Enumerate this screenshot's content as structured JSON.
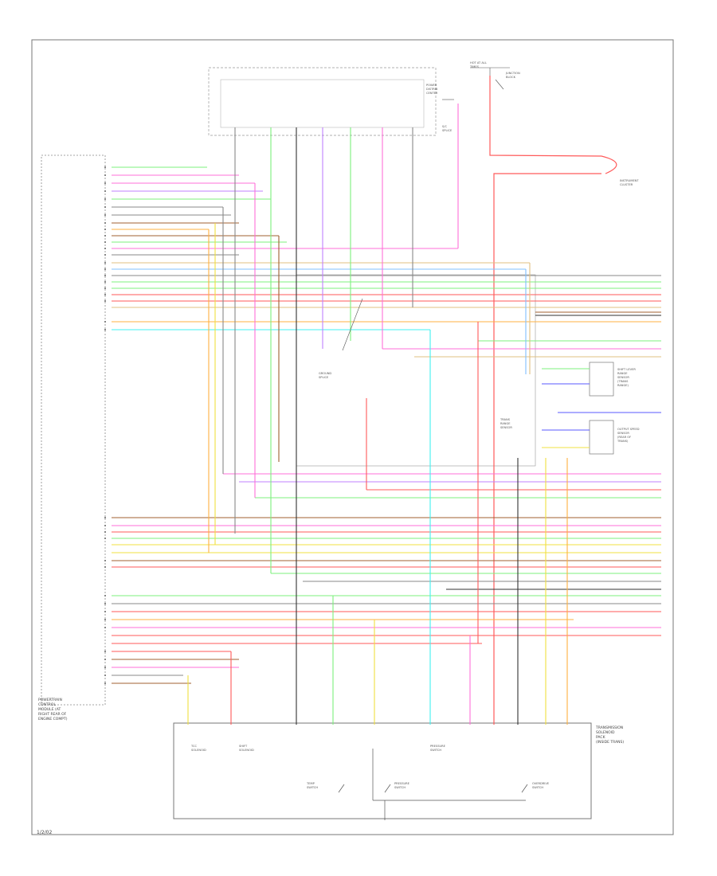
{
  "diagram": {
    "footer_code": "1/2/02",
    "power_fuse": [
      "HOT AT ALL",
      "TIMES"
    ],
    "splice_label": [
      "S/C",
      "SPLICE"
    ],
    "top_module_label": [
      "POWER",
      "DISTRIB",
      "CENTER"
    ],
    "top_right_label": [
      "JUNCTION",
      "BLOCK"
    ],
    "right_top_label": [
      "INSTRUMENT",
      "CLUSTER"
    ],
    "center_ground_label": [
      "GROUND",
      "SPLICE"
    ],
    "right_mid_label": [
      "SHIFT LEVER",
      "RANGE",
      "SENSOR",
      "(TRANS",
      "RANGE)"
    ],
    "right_sensor_label": [
      "TRANS",
      "RANGE",
      "SENSOR"
    ],
    "right_speed_label": [
      "OUTPUT SPEED",
      "SENSOR",
      "(REAR OF",
      "TRANS)"
    ],
    "left_module_label": [
      "POWERTRAIN",
      "CONTROL",
      "MODULE (AT",
      "RIGHT REAR OF",
      "ENGINE COMPT)"
    ],
    "bottom_right_label": [
      "TRANSMISSION",
      "SOLENOID",
      "PACK",
      "(INSIDE TRANS)"
    ],
    "bottom_pressure_label": [
      "PRESSURE",
      "SWITCH"
    ],
    "bottom_tcc_label": [
      "TCC",
      "SOLENOID"
    ],
    "bottom_shift_label": [
      "SHIFT",
      "SOLENOID"
    ],
    "bottom_switch_label": [
      "TEMP",
      "SWITCH"
    ],
    "bottom_pressure2_label": [
      "PRESSURE",
      "SWITCH"
    ],
    "bottom_switch3_label": [
      "OVERDRIVE",
      "SWITCH"
    ],
    "wire_colors": {
      "lt_green": "#7cf07c",
      "pink": "#ff6fd8",
      "violet": "#c080ff",
      "yellow": "#f0e040",
      "orange": "#ffb040",
      "red": "#ff5a5a",
      "blue": "#5a5aff",
      "cyan": "#40f0f0",
      "brown": "#a06030",
      "gray": "#888888",
      "black": "#333333",
      "tan": "#e0c080",
      "lt_blue": "#80c0ff"
    }
  }
}
